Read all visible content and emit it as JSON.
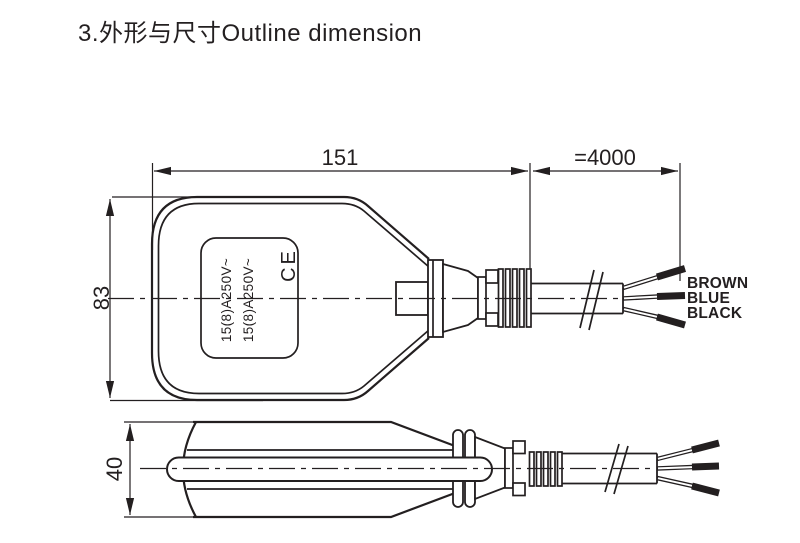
{
  "title": "3.外形与尺寸Outline dimension",
  "colors": {
    "line": "#231f20",
    "background": "#ffffff"
  },
  "drawing": {
    "top_view": {
      "dim_width": "151",
      "dim_cable_length": "=4000",
      "dim_height": "83",
      "rating_label_line1": "15(8)A250V~",
      "rating_label_line2": "15(8)A250V~",
      "ce_mark": "CE",
      "wire_labels": [
        "BROWN",
        "BLUE",
        "BLACK"
      ]
    },
    "side_view": {
      "dim_height": "40"
    }
  }
}
